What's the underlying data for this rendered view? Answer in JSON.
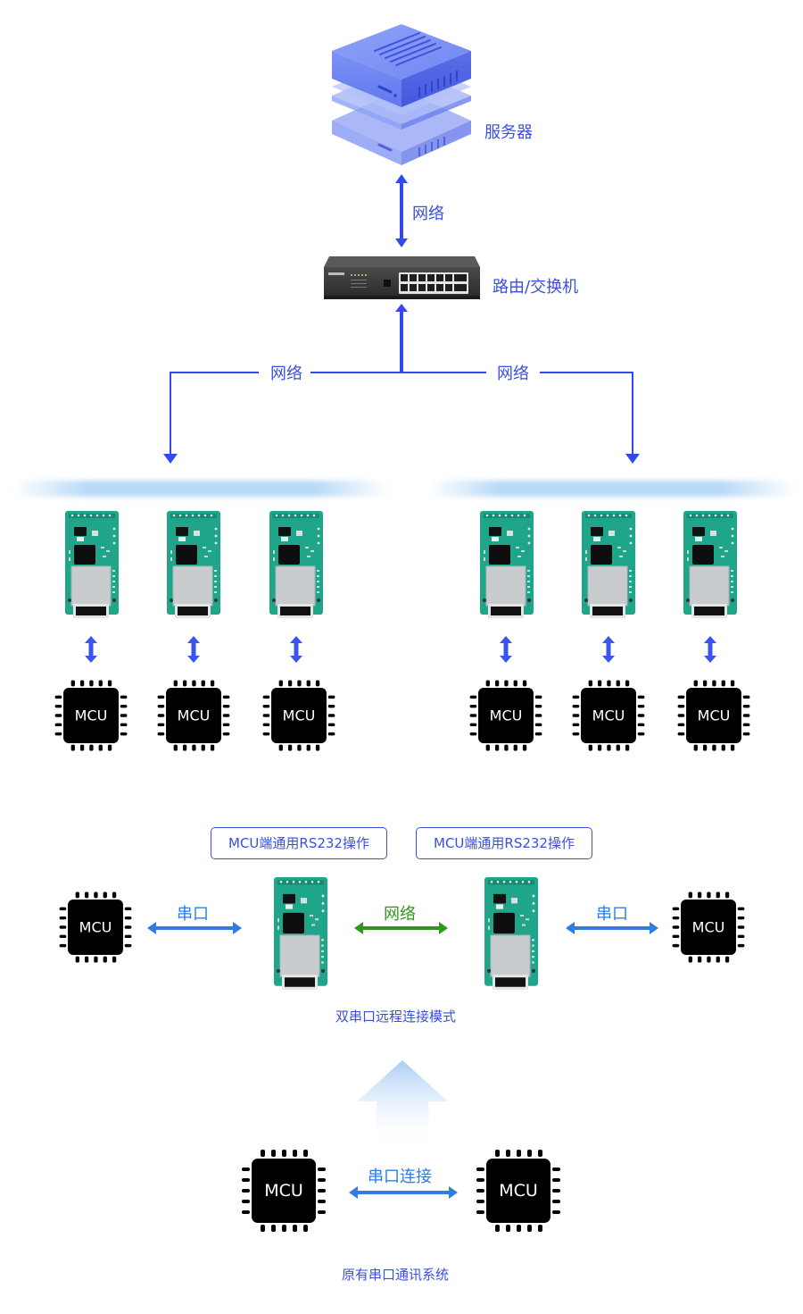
{
  "labels": {
    "server": "服务器",
    "router": "路由/交换机",
    "network": "网络",
    "serial": "串口",
    "serial_connection": "串口连接"
  },
  "top_section": {
    "server_link_label": "网络",
    "branch_left_label": "网络",
    "branch_right_label": "网络",
    "groups": [
      {
        "modules": 3,
        "mcus": [
          "MCU",
          "MCU",
          "MCU"
        ]
      },
      {
        "modules": 3,
        "mcus": [
          "MCU",
          "MCU",
          "MCU"
        ]
      }
    ]
  },
  "middle_section": {
    "badges": [
      "MCU端通用RS232操作",
      "MCU端通用RS232操作"
    ],
    "left_mcu": "MCU",
    "right_mcu": "MCU",
    "left_link_label": "串口",
    "center_link_label": "网络",
    "right_link_label": "串口",
    "caption": "双串口远程连接模式"
  },
  "bottom_section": {
    "left_mcu": "MCU",
    "right_mcu": "MCU",
    "link_label": "串口连接",
    "caption": "原有串口通讯系统"
  },
  "colors": {
    "primary_blue": "#3a4fe0",
    "serial_blue": "#2f7de0",
    "network_green": "#2e9a1a",
    "pcb_green": "#1fa58a",
    "chip_black": "#000000"
  }
}
